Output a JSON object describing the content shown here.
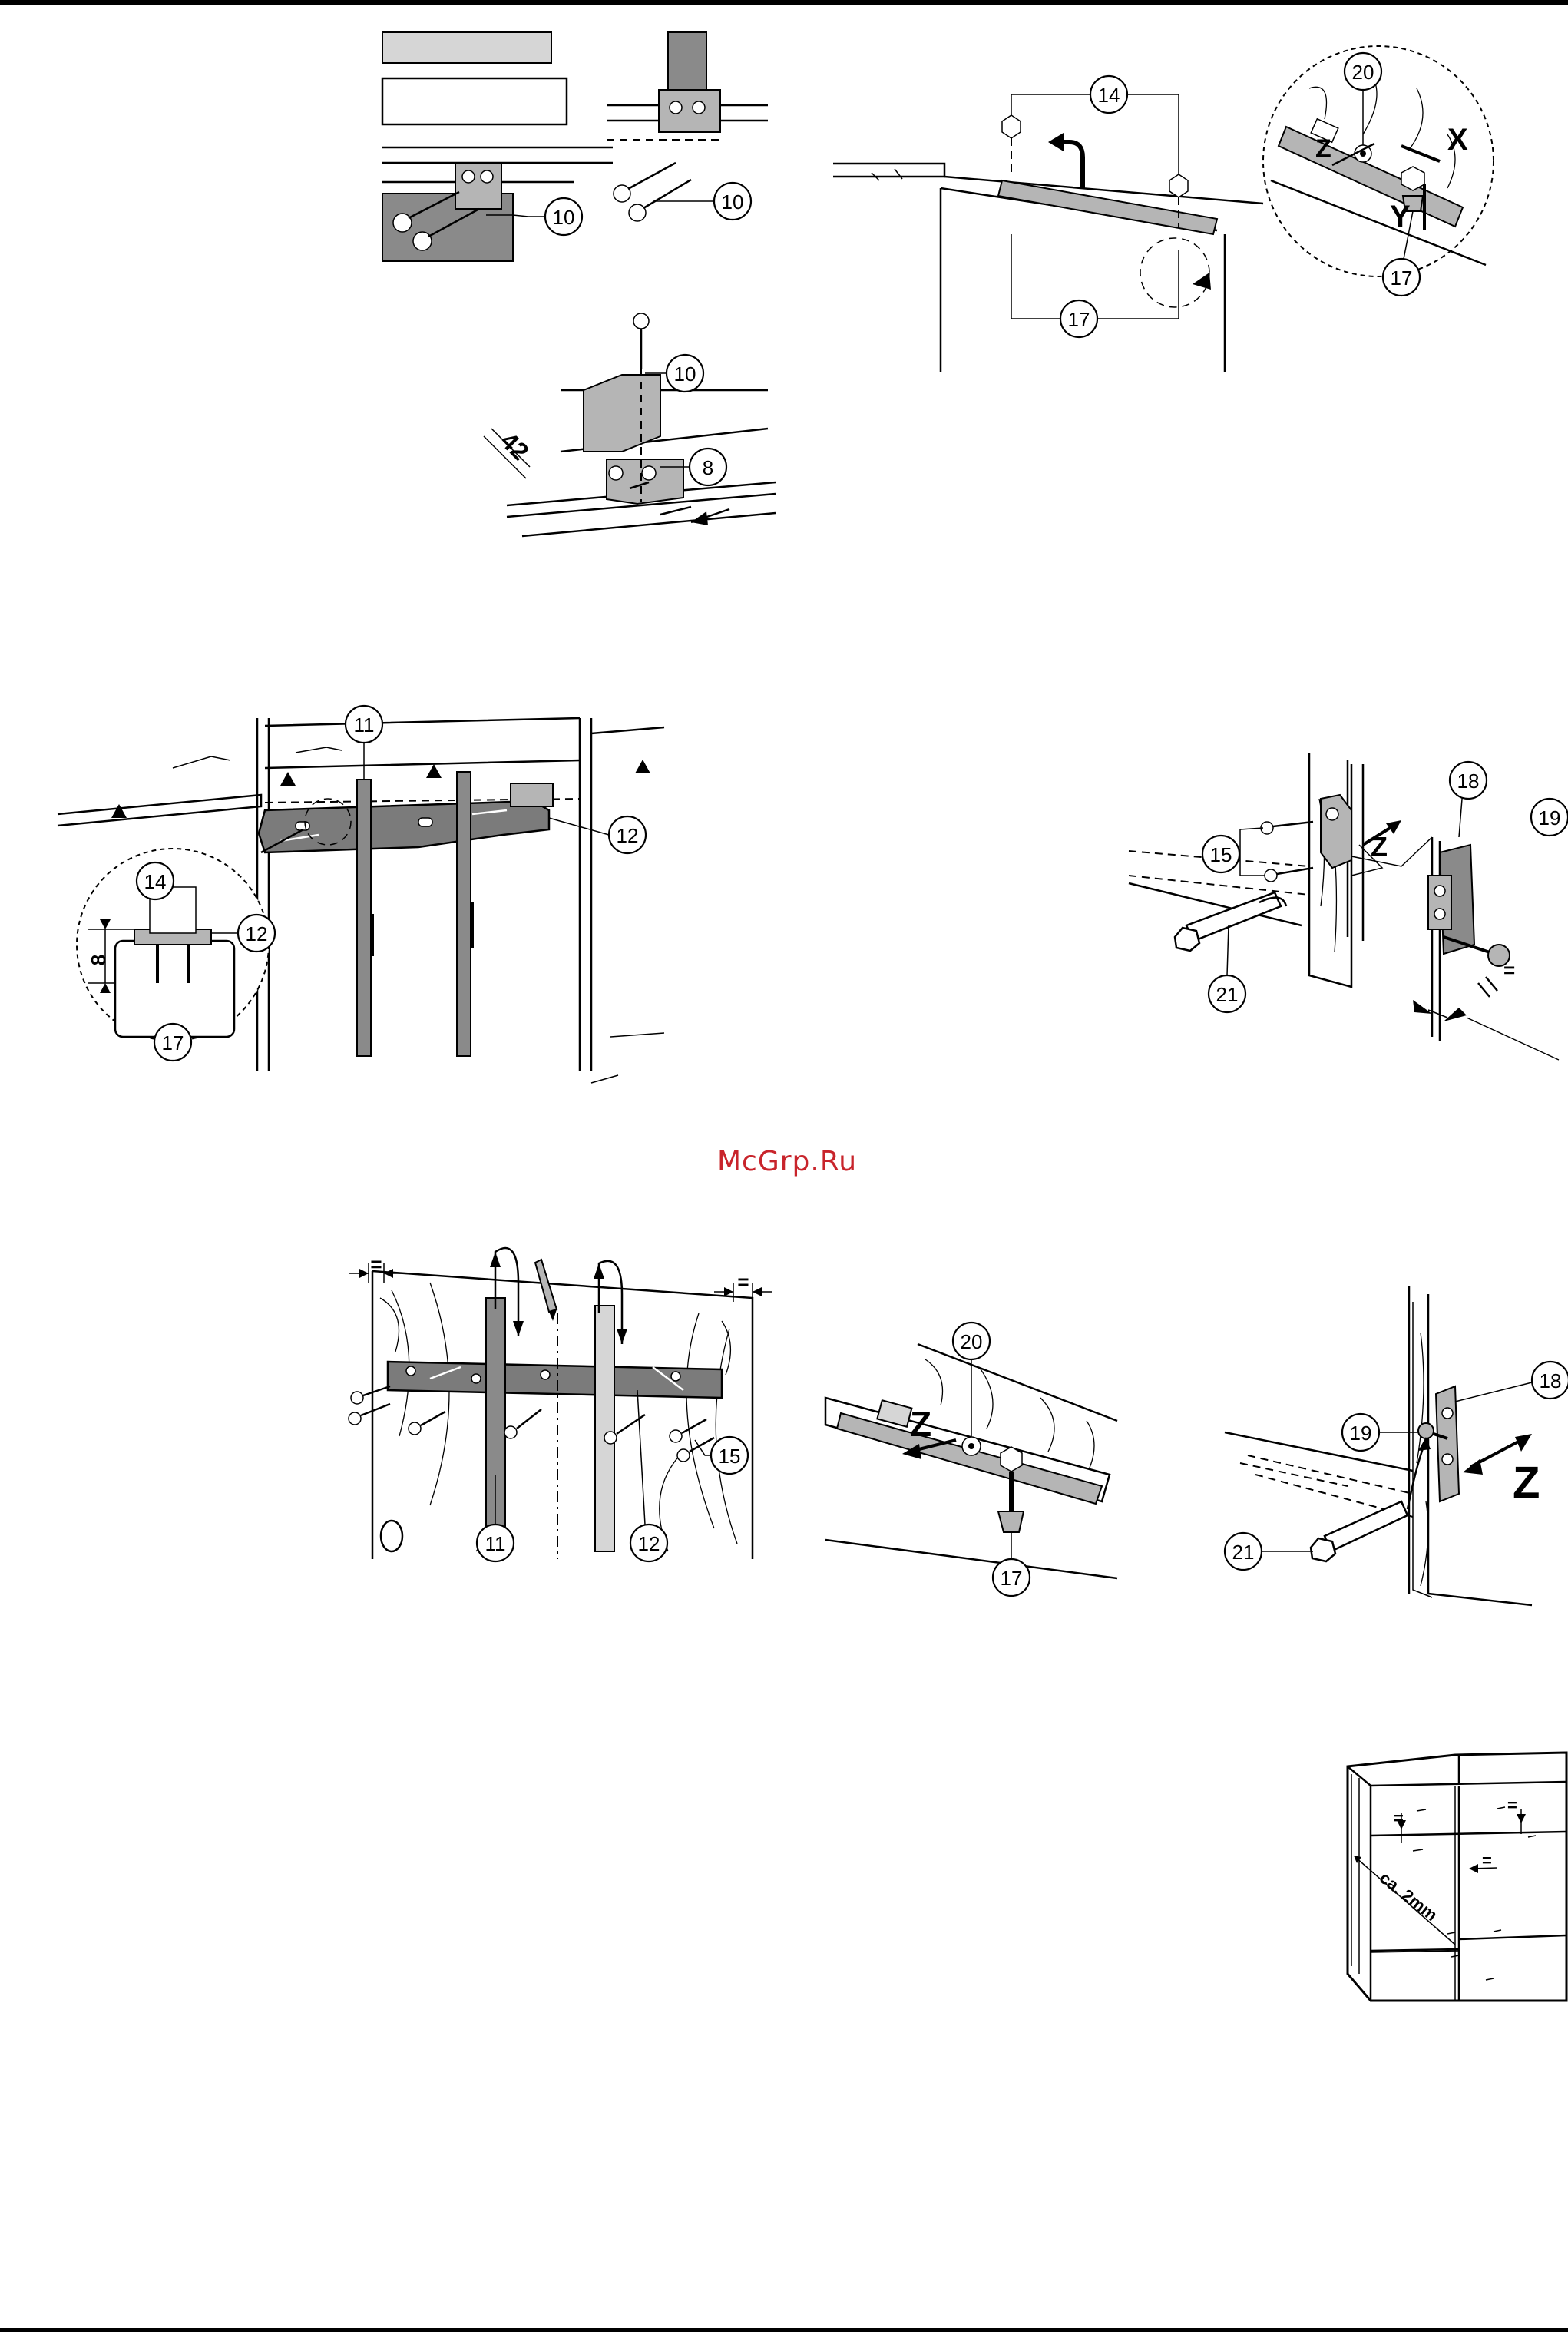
{
  "watermark": "McGrp.Ru",
  "figures": {
    "hinge_top_left": {
      "callouts": [
        "10"
      ]
    },
    "hinge_top_right": {
      "callouts": [
        "10"
      ]
    },
    "bracket": {
      "callouts": [
        "10",
        "8"
      ],
      "dimension": "42"
    },
    "hinge_adjust_top": {
      "callouts": [
        "14",
        "17",
        "20",
        "17"
      ],
      "axes": [
        "Z",
        "X",
        "Y"
      ]
    },
    "mount_plate": {
      "callouts": [
        "11",
        "12",
        "14",
        "12",
        "17"
      ],
      "dimension": "8"
    },
    "side_fix": {
      "callouts": [
        "18",
        "19",
        "15",
        "21"
      ],
      "axes": [
        "Z"
      ],
      "equal_mark": "="
    },
    "door_template": {
      "callouts": [
        "11",
        "12",
        "15"
      ],
      "equal_marks": [
        "=",
        "="
      ]
    },
    "adjust_z_mid": {
      "callouts": [
        "20",
        "17"
      ],
      "axes": [
        "Z"
      ]
    },
    "adjust_z_right": {
      "callouts": [
        "18",
        "19",
        "21"
      ],
      "axes": [
        "Z"
      ]
    },
    "gap_cabinet": {
      "equal_marks": [
        "=",
        "=",
        "="
      ],
      "gap_label": "ca. 2mm"
    }
  }
}
